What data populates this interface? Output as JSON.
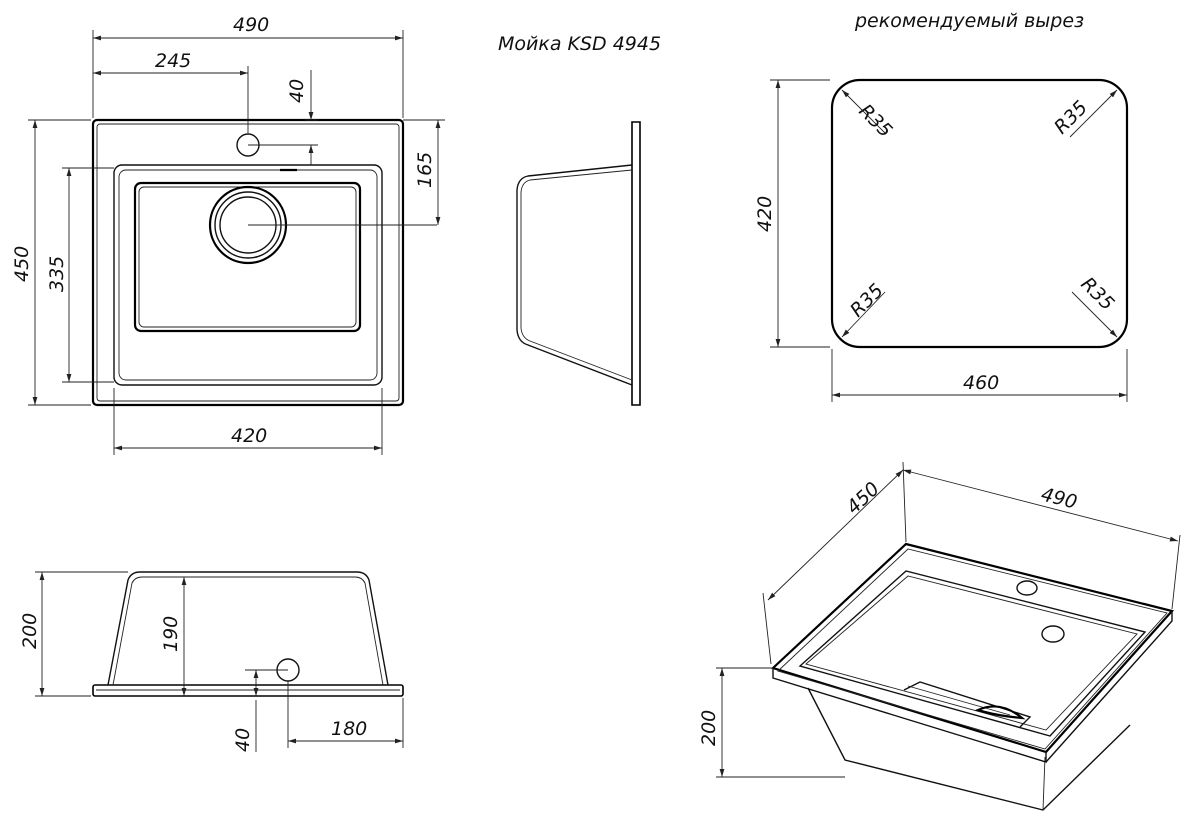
{
  "title": "Мойка KSD 4945",
  "cutout_title": "рекомендуемый вырез",
  "top_view": {
    "overall_width": "490",
    "tap_hole_offset": "245",
    "tap_hole_depth": "40",
    "drain_offset": "165",
    "overall_depth": "450",
    "bowl_depth": "335",
    "bowl_width": "420"
  },
  "cutout": {
    "height": "420",
    "width": "460",
    "radius_tl": "R35",
    "radius_tr": "R35",
    "radius_bl": "R35",
    "radius_br": "R35"
  },
  "front_view": {
    "total_height": "200",
    "bowl_height": "190",
    "flange_height": "40",
    "drain_offset": "180"
  },
  "iso_view": {
    "depth": "450",
    "width": "490",
    "height": "200"
  }
}
